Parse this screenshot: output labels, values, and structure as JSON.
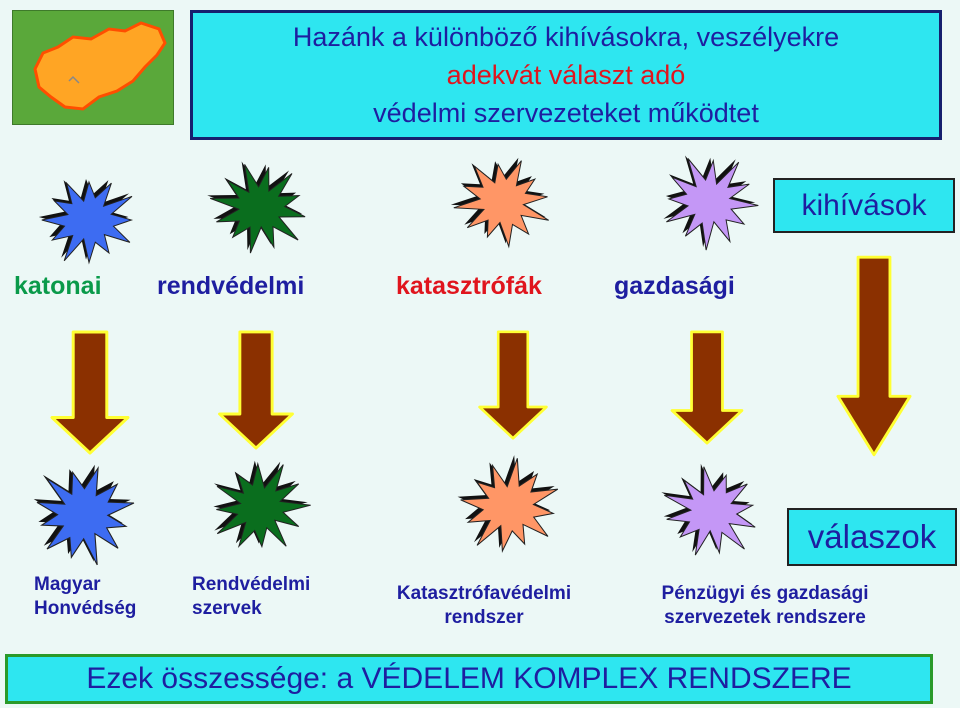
{
  "title": {
    "line1": "Hazánk a különböző kihívásokra, veszélyekre",
    "line2": "adekvát választ adó",
    "line3": "védelmi szervezeteket működtet"
  },
  "labels": {
    "challenges_box": "kihívások",
    "responses_box": "válaszok"
  },
  "challenges": [
    {
      "label": "katonai",
      "color": "#0a9a4a"
    },
    {
      "label": "rendvédelmi",
      "color": "#1e1ea0"
    },
    {
      "label": "katasztrófák",
      "color": "#e0151d"
    },
    {
      "label": "gazdasági",
      "color": "#1e1ea0"
    }
  ],
  "responses": [
    {
      "line1": "Magyar",
      "line2": "Honvédség"
    },
    {
      "line1": "Rendvédelmi",
      "line2": "szervek"
    },
    {
      "line1": "Katasztrófavédelmi",
      "line2": "rendszer"
    },
    {
      "line1": "Pénzügyi és gazdasági",
      "line2": "szervezetek rendszere"
    }
  ],
  "bottom": "Ezek összessége: a VÉDELEM KOMPLEX RENDSZERE",
  "colors": {
    "star_blue": "#3d6cf2",
    "star_green": "#0a6e1e",
    "star_salmon": "#ff9666",
    "star_lavender": "#c497f6",
    "arrow_fill": "#8b3000",
    "arrow_outline": "#ffff33",
    "box_fill": "#2ee6f0",
    "map_green": "#5aa83a",
    "map_orange": "#ffa524"
  }
}
